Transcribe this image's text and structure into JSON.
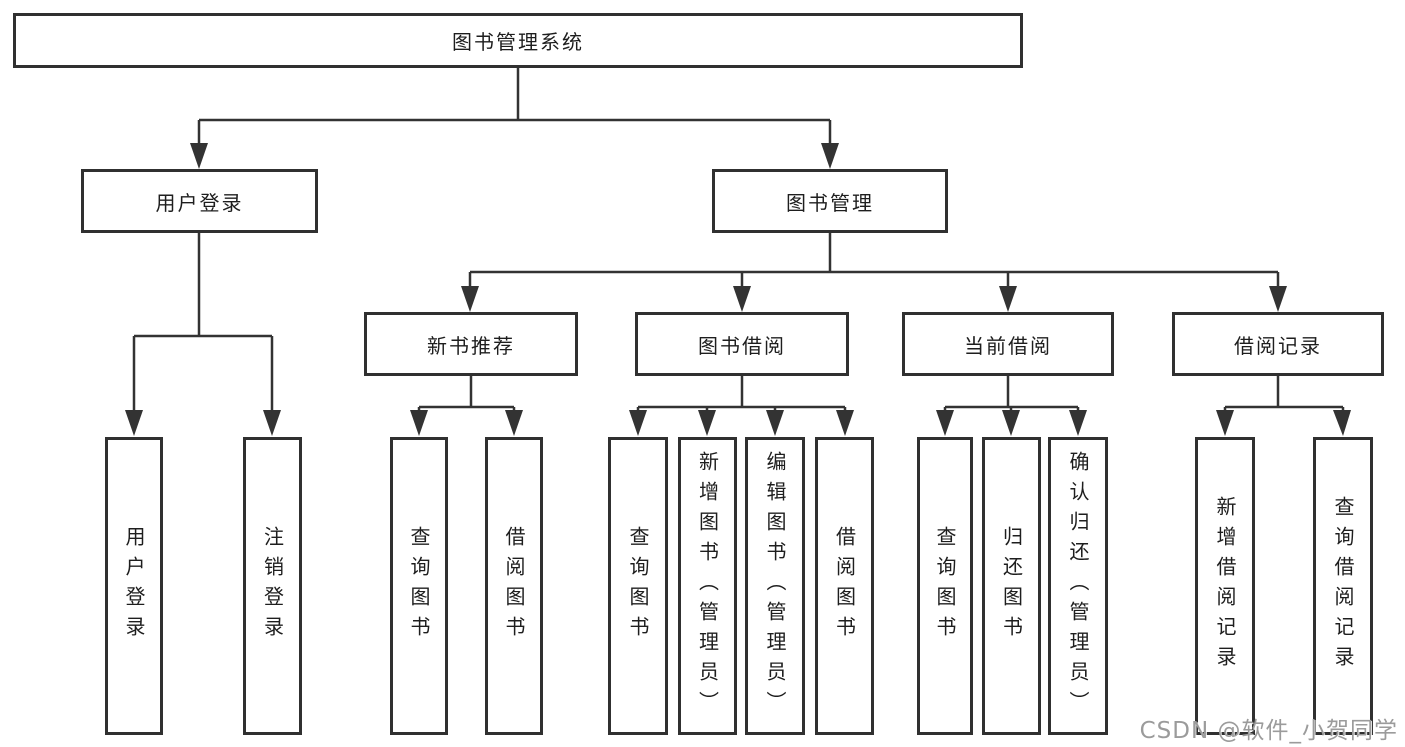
{
  "diagram": {
    "title_node": {
      "label": "图书管理系统"
    },
    "level2": [
      {
        "label": "用户登录"
      },
      {
        "label": "图书管理"
      }
    ],
    "level3": [
      {
        "label": "新书推荐"
      },
      {
        "label": "图书借阅"
      },
      {
        "label": "当前借阅"
      },
      {
        "label": "借阅记录"
      }
    ],
    "leaves": {
      "user_login": [
        "用户登录",
        "注销登录"
      ],
      "new_book": [
        "查询图书",
        "借阅图书"
      ],
      "book_borrow": [
        "查询图书",
        "新增图书（管理员）",
        "编辑图书（管理员）",
        "借阅图书"
      ],
      "current_borrow": [
        "查询图书",
        "归还图书",
        "确认归还（管理员）"
      ],
      "borrow_record": [
        "新增借阅记录",
        "查询借阅记录"
      ]
    }
  },
  "watermark": "CSDN @软件_小贺同学",
  "colors": {
    "line": "#333333",
    "node_border": "#303030",
    "text": "#1e1e1e",
    "background": "#ffffff",
    "watermark_text": "#9b9b9b"
  }
}
